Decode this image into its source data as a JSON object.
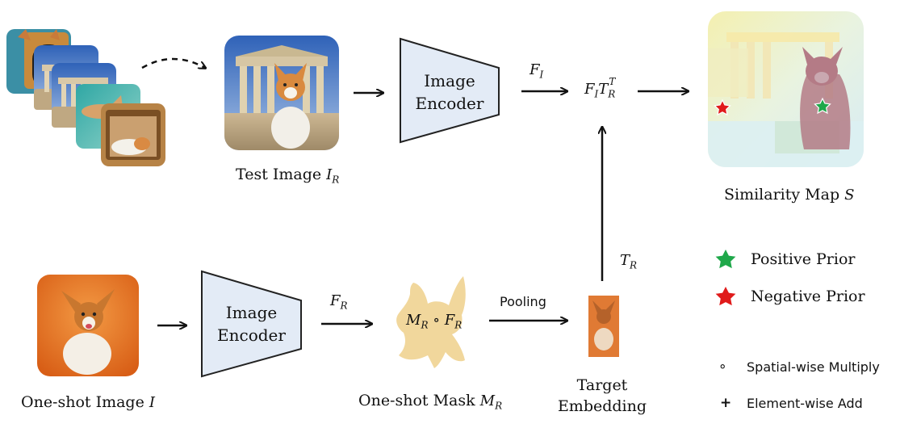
{
  "labels": {
    "test_image": "Test Image",
    "test_image_sym": "I",
    "test_image_sub": "R",
    "encoder_top_1": "Image",
    "encoder_top_2": "Encoder",
    "encoder_bottom_1": "Image",
    "encoder_bottom_2": "Encoder",
    "similarity_map": "Similarity Map",
    "similarity_map_sym": "S",
    "one_shot_image": "One-shot Image",
    "one_shot_image_sym": "I",
    "one_shot_mask": "One-shot Mask",
    "one_shot_mask_sym": "M",
    "one_shot_mask_sub": "R",
    "target_embedding_1": "Target",
    "target_embedding_2": "Embedding",
    "pooling": "Pooling"
  },
  "math": {
    "F": "F",
    "F_I_sub": "I",
    "F_R_sub": "R",
    "T": "T",
    "T_sup": "T",
    "T_R_sub": "R",
    "M": "M",
    "circ": "∘"
  },
  "legend": {
    "positive_prior": "Positive Prior",
    "negative_prior": "Negative Prior",
    "spatial_multiply_symbol": "∘",
    "spatial_multiply": "Spatial-wise Multiply",
    "element_add_symbol": "+",
    "element_add": "Element-wise Add"
  },
  "colors": {
    "positive_star": "#1fa84a",
    "negative_star": "#e01b1b",
    "encoder_fill": "#e3ebf6",
    "mask_fill": "#f1d79c",
    "orange_bg": "#ea7a2c"
  }
}
